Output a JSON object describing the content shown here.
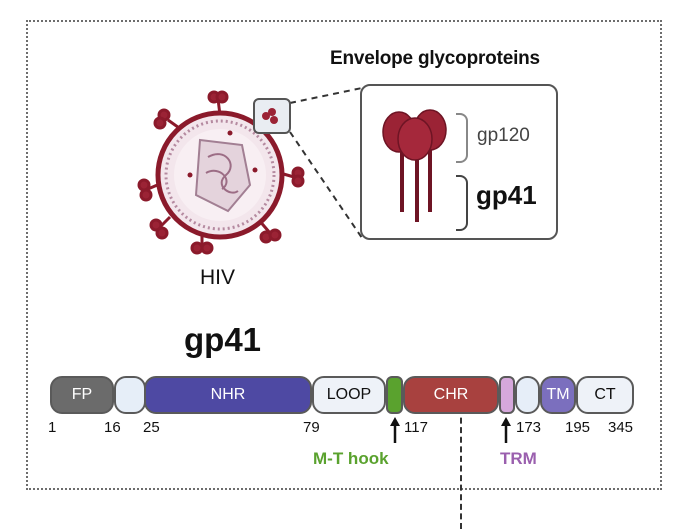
{
  "figure": {
    "envelope_title": "Envelope glycoproteins",
    "gp120_label": "gp120",
    "gp41_spike_label": "gp41",
    "hiv_label": "HIV",
    "domain_map_title": "gp41"
  },
  "domains": [
    {
      "name": "FP",
      "label": "FP",
      "color": "#6b6b6b",
      "text_color": "#ffffff"
    },
    {
      "name": "gap1",
      "label": "",
      "color": "#e6eef8",
      "text_color": "#111111"
    },
    {
      "name": "NHR",
      "label": "NHR",
      "color": "#4e49a3",
      "text_color": "#ffffff"
    },
    {
      "name": "LOOP",
      "label": "LOOP",
      "color": "#eef2f8",
      "text_color": "#111111"
    },
    {
      "name": "M-T hook",
      "label": "",
      "color": "#5aa22e",
      "text_color": "#ffffff"
    },
    {
      "name": "CHR",
      "label": "CHR",
      "color": "#a8413f",
      "text_color": "#ffffff"
    },
    {
      "name": "TRM",
      "label": "",
      "color": "#d6a8dc",
      "text_color": "#111111"
    },
    {
      "name": "gap2",
      "label": "",
      "color": "#e6eef8",
      "text_color": "#111111"
    },
    {
      "name": "TM",
      "label": "TM",
      "color": "#7b6fbe",
      "text_color": "#ffffff"
    },
    {
      "name": "CT",
      "label": "CT",
      "color": "#eef2f8",
      "text_color": "#111111"
    }
  ],
  "positions": {
    "p1": "1",
    "p16": "16",
    "p25": "25",
    "p79": "79",
    "p117": "117",
    "p173": "173",
    "p195": "195",
    "p345": "345"
  },
  "annotations": {
    "mt_hook": "M-T hook",
    "trm": "TRM"
  },
  "colors": {
    "virus_red": "#8b1a2b",
    "spike_red": "#9b2335",
    "mt_hook_green": "#5aa22e",
    "trm_purple": "#9a5fae"
  }
}
